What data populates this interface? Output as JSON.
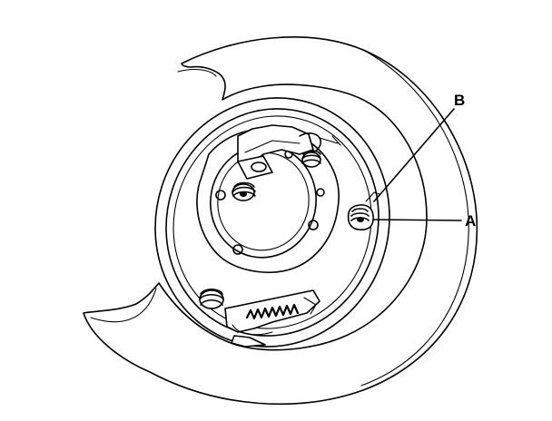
{
  "callouts": [
    {
      "id": "B",
      "label": "B"
    },
    {
      "id": "A",
      "label": "A"
    }
  ]
}
